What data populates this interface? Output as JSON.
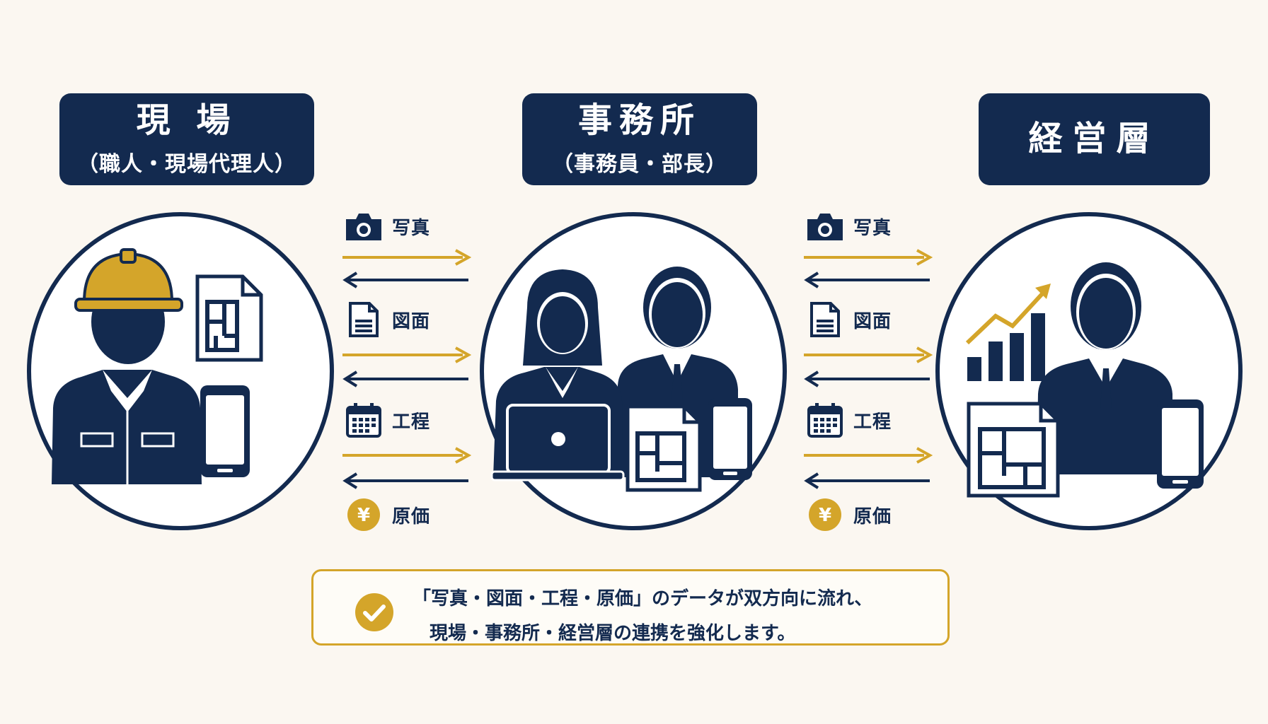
{
  "colors": {
    "navy": "#132a4f",
    "gold": "#d4a52a",
    "background": "#fbf7f1"
  },
  "groups": [
    {
      "title": "現 場",
      "subtitle": "（職人・現場代理人）"
    },
    {
      "title": "事務所",
      "subtitle": "（事務員・部長）"
    },
    {
      "title": "経営層",
      "subtitle": ""
    }
  ],
  "flows": [
    {
      "items": [
        {
          "icon": "camera-icon",
          "label": "写真"
        },
        {
          "icon": "document-icon",
          "label": "図面"
        },
        {
          "icon": "calendar-icon",
          "label": "工程"
        },
        {
          "icon": "yen-coin-icon",
          "label": "原価"
        }
      ]
    },
    {
      "items": [
        {
          "icon": "camera-icon",
          "label": "写真"
        },
        {
          "icon": "document-icon",
          "label": "図面"
        },
        {
          "icon": "calendar-icon",
          "label": "工程"
        },
        {
          "icon": "yen-coin-icon",
          "label": "原価"
        }
      ]
    }
  ],
  "note": {
    "line1": "「写真・図面・工程・原価」のデータが双方向に流れ、",
    "line2": "現場・事務所・経営層の連携を強化します。"
  }
}
